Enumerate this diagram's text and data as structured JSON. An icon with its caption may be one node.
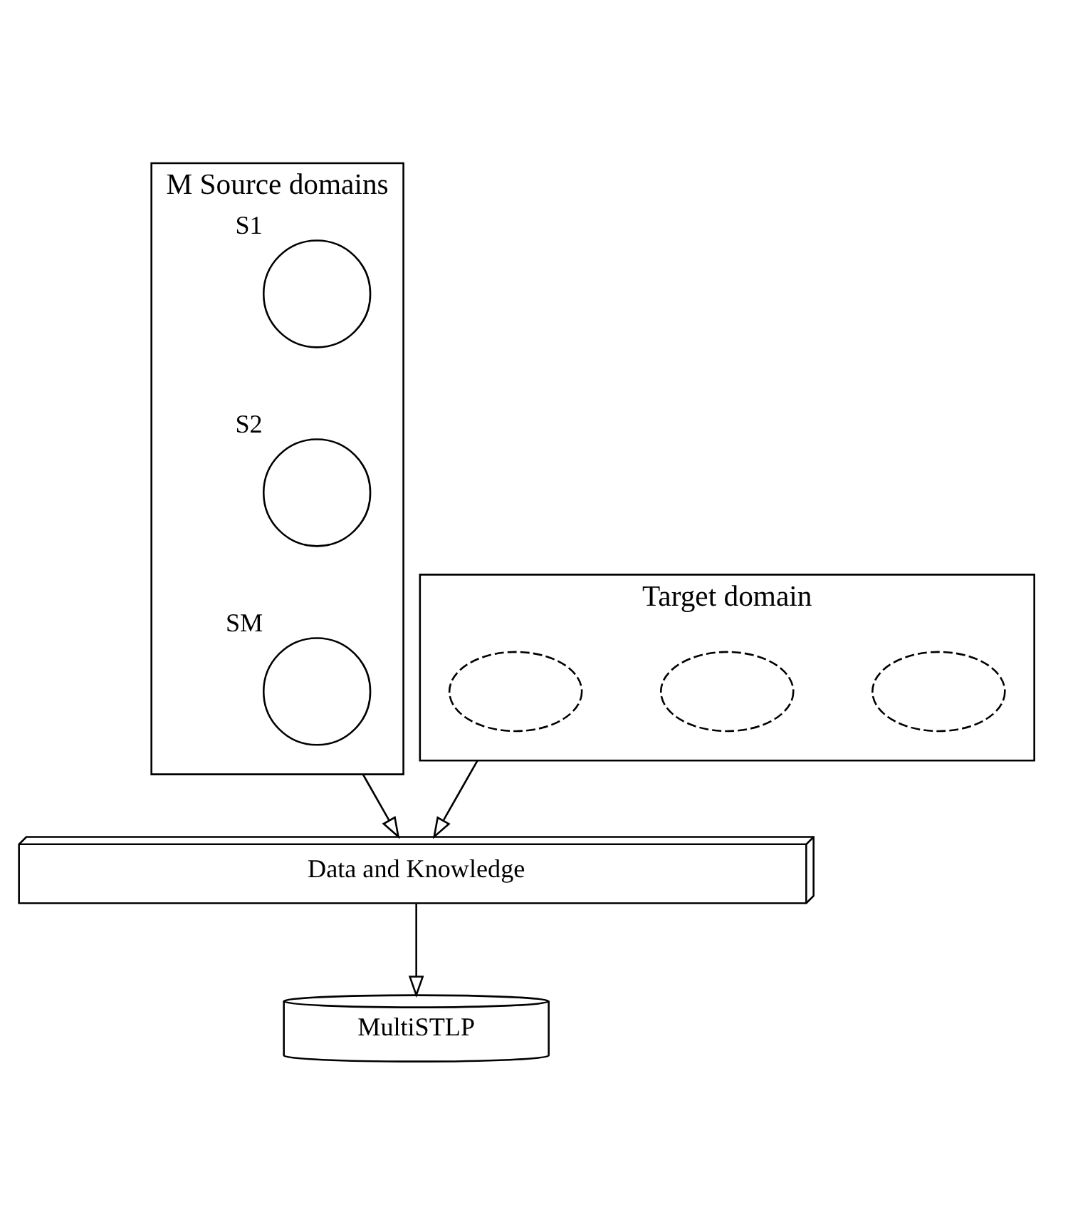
{
  "diagram": {
    "nodes": [
      {
        "text": [
          "M Source domains"
        ]
      },
      {
        "text": [],
        "shape": "circle",
        "beside": [
          "S1"
        ],
        "in": 0
      },
      {
        "text": [],
        "shape": "circle",
        "beside": [
          "S2"
        ],
        "in": 0
      },
      {
        "text": [],
        "shape": "circle",
        "beside": [
          "SM"
        ],
        "in": 0
      },
      {
        "text": [
          "Target domain"
        ]
      },
      {
        "text": [],
        "shape": "cloud",
        "in": 4
      },
      {
        "text": [],
        "shape": "cloud",
        "in": 4
      },
      {
        "text": [],
        "shape": "cloud",
        "in": 4
      },
      {
        "text": [
          "Data and Knowledge"
        ]
      },
      {
        "text": [
          "MultiSTLP"
        ]
      }
    ],
    "edges": [
      {
        "from": 0,
        "to": 8,
        "arrow": "to"
      },
      {
        "from": 4,
        "to": 8,
        "arrow": "to"
      },
      {
        "from": 8,
        "to": 9,
        "arrow": "to"
      }
    ]
  }
}
